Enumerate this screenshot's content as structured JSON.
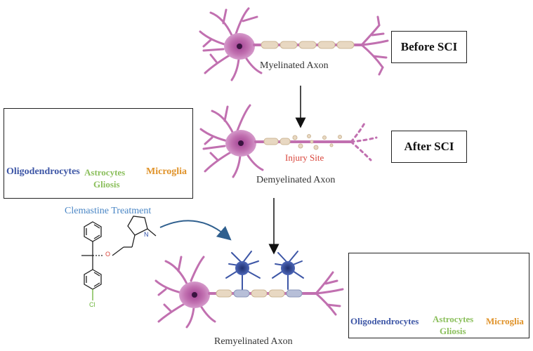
{
  "labels": {
    "myelinated": "Myelinated Axon",
    "demyelinated": "Demyelinated Axon",
    "remyelinated": "Remyelinated Axon",
    "injury_site": "Injury Site",
    "treatment": "Clemastine  Treatment"
  },
  "boxes": {
    "before": "Before SCI",
    "after": "After SCI"
  },
  "chem": {
    "oxygen": "O",
    "nitrogen": "N",
    "chlorine": "Cl"
  },
  "panel_after": {
    "oligo": "Oligodendrocytes",
    "astro_line1": "Astrocytes",
    "astro_line2": "Gliosis",
    "micro": "Microglia"
  },
  "panel_remyel": {
    "oligo": "Oligodendrocytes",
    "astro_line1": "Astrocytes",
    "astro_line2": "Gliosis",
    "micro": "Microglia"
  },
  "colors": {
    "neuron": "#c170b0",
    "myelin": "#e8d8c2",
    "oligo": "#3d56a6",
    "astro": "#8bbf5c",
    "micro": "#e0932a",
    "injury": "#d9443a",
    "treatment": "#4a86c5"
  }
}
